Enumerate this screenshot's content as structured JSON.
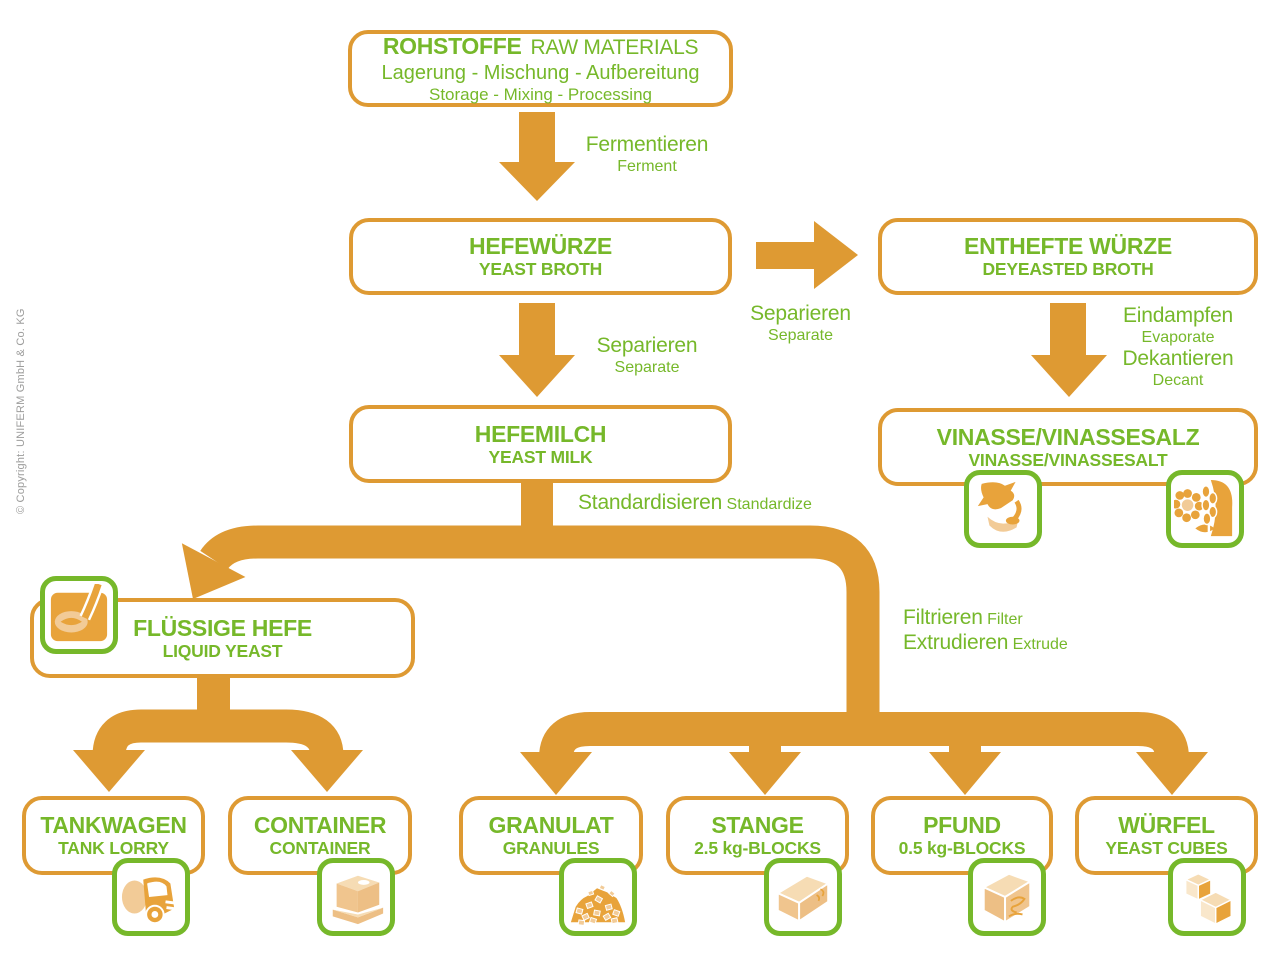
{
  "copyright": "© Copyright: UNIFERM GmbH & Co. KG",
  "colors": {
    "orange": "#DE9A33",
    "light_orange": "#F2CB97",
    "green": "#76B82A",
    "copyright_gray": "#9D9D9C"
  },
  "nodes": {
    "rohstoffe": {
      "title_de": "ROHSTOFFE",
      "title_en": "RAW MATERIALS",
      "subtitle_de": "Lagerung - Mischung - Aufbereitung",
      "subtitle_en": "Storage - Mixing - Processing"
    },
    "hefewuerze": {
      "title_de": "HEFEWÜRZE",
      "title_en": "YEAST BROTH"
    },
    "enthefte_wuerze": {
      "title_de": "ENTHEFTE WÜRZE",
      "title_en": "DEYEASTED BROTH"
    },
    "hefemilch": {
      "title_de": "HEFEMILCH",
      "title_en": "YEAST MILK"
    },
    "vinasse": {
      "title_de": "VINASSE/VINASSESALZ",
      "title_en": "VINASSE/VINASSESALT",
      "icon_names": [
        "cattle-feed-icon",
        "crop-fertilizer-icon"
      ]
    },
    "fluessige_hefe": {
      "title_de": "FLÜSSIGE HEFE",
      "title_en": "LIQUID YEAST",
      "icon_name": "liquid-yeast-icon"
    },
    "tankwagen": {
      "title_de": "TANKWAGEN",
      "title_en": "TANK LORRY",
      "icon_name": "tank-lorry-icon"
    },
    "container": {
      "title_de": "CONTAINER",
      "title_en": "CONTAINER",
      "icon_name": "container-icon"
    },
    "granulat": {
      "title_de": "GRANULAT",
      "title_en": "GRANULES",
      "icon_name": "granules-icon"
    },
    "stange": {
      "title_de": "STANGE",
      "title_en": "2.5 kg-BLOCKS",
      "icon_name": "block-2-5kg-icon"
    },
    "pfund": {
      "title_de": "PFUND",
      "title_en": "0.5 kg-BLOCKS",
      "icon_name": "block-0-5kg-icon"
    },
    "wuerfel": {
      "title_de": "WÜRFEL",
      "title_en": "YEAST CUBES",
      "icon_name": "yeast-cubes-icon"
    }
  },
  "labels": {
    "fermentieren": {
      "de": "Fermentieren",
      "en": "Ferment"
    },
    "separieren_right": {
      "de": "Separieren",
      "en": "Separate"
    },
    "separieren_down": {
      "de": "Separieren",
      "en": "Separate"
    },
    "eindampfen": {
      "de": "Eindampfen",
      "en": "Evaporate"
    },
    "dekantieren": {
      "de": "Dekantieren",
      "en": "Decant"
    },
    "standardisieren": {
      "de": "Standardisieren",
      "en": "Standardize"
    },
    "filtrieren": {
      "de": "Filtrieren",
      "en": "Filter"
    },
    "extrudieren": {
      "de": "Extrudieren",
      "en": "Extrude"
    }
  },
  "icons": {
    "liquid-yeast-icon": "liquid yeast pouring into vat",
    "cattle-feed-icon": "cow feeding at trough",
    "crop-fertilizer-icon": "sunflower and wheat ear",
    "tank-lorry-icon": "tanker truck",
    "container-icon": "container box on pallet",
    "granules-icon": "pile of yeast granules",
    "block-2-5kg-icon": "2.5 kg yeast block",
    "block-0-5kg-icon": "0.5 kg yeast block",
    "yeast-cubes-icon": "two yeast cubes"
  }
}
